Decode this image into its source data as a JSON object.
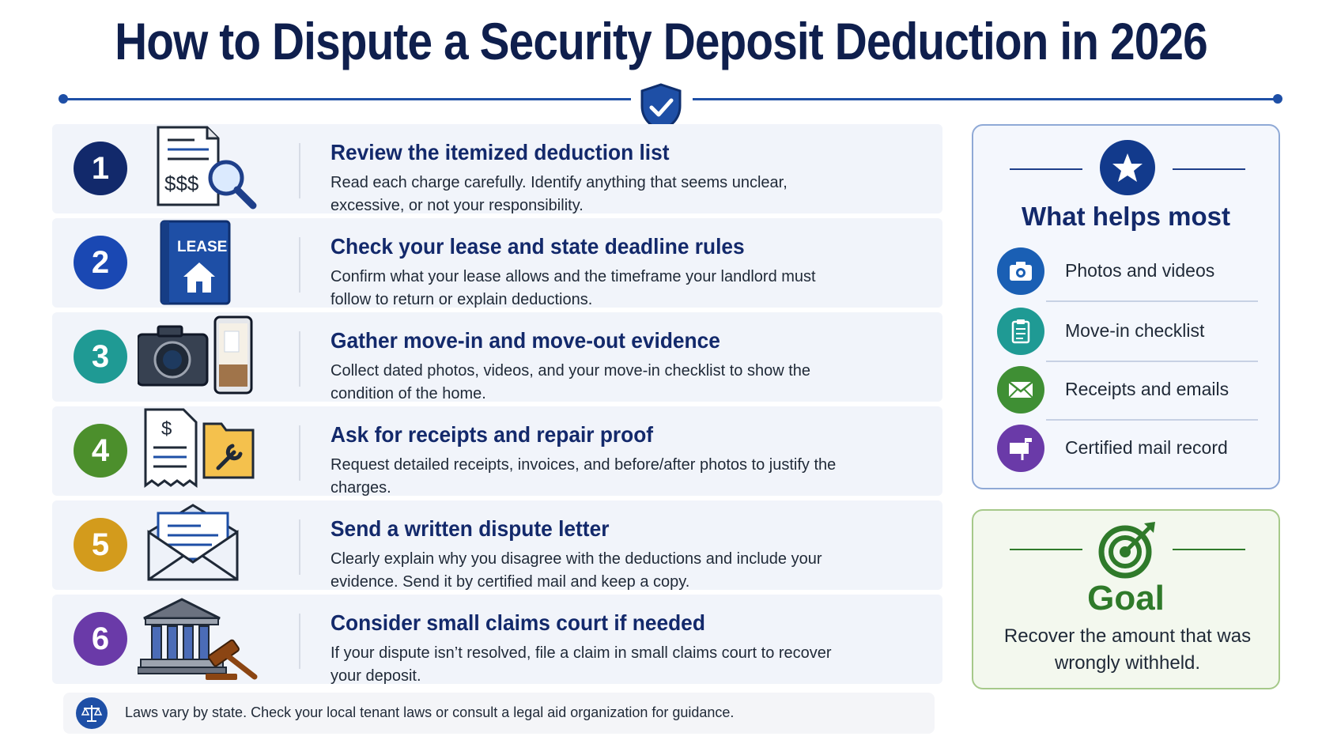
{
  "title": "How to Dispute a Security Deposit Deduction in 2026",
  "steps": [
    {
      "number": "1",
      "color": "#12296b",
      "heading": "Review the itemized deduction list",
      "description": "Read each charge carefully. Identify anything that seems unclear, excessive, or not your responsibility.",
      "icon": "receipt-magnifier-icon",
      "icon_text": "$$$"
    },
    {
      "number": "2",
      "color": "#1a48b3",
      "heading": "Check your lease and state deadline rules",
      "description": "Confirm what your lease allows and the timeframe your landlord must follow to return or explain deductions.",
      "icon": "lease-book-icon",
      "icon_text": "LEASE"
    },
    {
      "number": "3",
      "color": "#1f9a94",
      "heading": "Gather move-in and move-out evidence",
      "description": "Collect dated photos, videos, and your move-in checklist to show the condition of the home.",
      "icon": "camera-phone-icon"
    },
    {
      "number": "4",
      "color": "#4c8f2c",
      "heading": "Ask for receipts and repair proof",
      "description": "Request detailed receipts, invoices, and before/after photos to justify the charges.",
      "icon": "receipt-folder-icon",
      "icon_text": "$"
    },
    {
      "number": "5",
      "color": "#d39b1c",
      "heading": "Send a written dispute letter",
      "description": "Clearly explain why you disagree with the deductions and include your evidence. Send it by certified mail and keep a copy.",
      "icon": "envelope-letter-icon"
    },
    {
      "number": "6",
      "color": "#6a3aa8",
      "heading": "Consider small claims court if needed",
      "description": "If your dispute isn’t resolved, file a claim in small claims court to recover your deposit.",
      "icon": "courthouse-gavel-icon"
    }
  ],
  "note": {
    "text": "Laws vary by state. Check your local tenant laws or consult a legal aid organization for guidance.",
    "icon": "scales-icon"
  },
  "helps": {
    "title": "What helps most",
    "icon": "star-icon",
    "items": [
      {
        "label": "Photos and videos",
        "icon": "camera-icon",
        "color": "#1a5fb4"
      },
      {
        "label": "Move-in checklist",
        "icon": "clipboard-icon",
        "color": "#1f9a94"
      },
      {
        "label": "Receipts and emails",
        "icon": "envelope-icon",
        "color": "#3f8f34"
      },
      {
        "label": "Certified mail record",
        "icon": "mailbox-icon",
        "color": "#6a3aa8"
      }
    ]
  },
  "goal": {
    "title": "Goal",
    "description": "Recover the amount that was wrongly withheld.",
    "icon": "target-icon"
  }
}
